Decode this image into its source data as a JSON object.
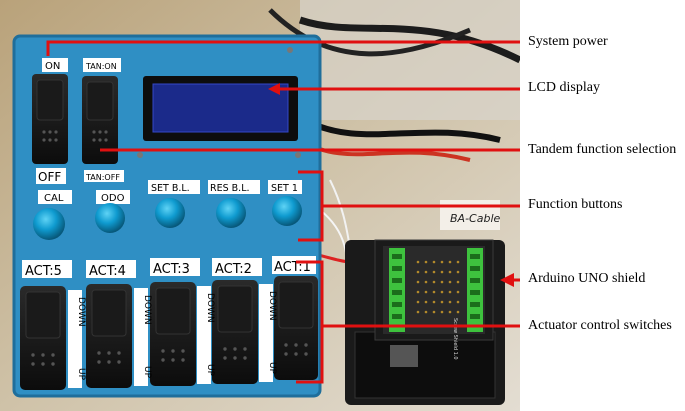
{
  "panel": {
    "top_labels": {
      "on": "ON",
      "tan_on": "TAN:ON",
      "off": "OFF",
      "tan_off": "TAN:OFF"
    },
    "buttons": [
      "CAL",
      "ODO",
      "SET B.L.",
      "RES B.L.",
      "SET 1"
    ],
    "actuators": [
      "ACT:5",
      "ACT:4",
      "ACT:3",
      "ACT:2",
      "ACT:1"
    ],
    "down_label": "DOWN",
    "up_label": "UP"
  },
  "shield": {
    "cable_note": "BA-Cable",
    "board_print": "Screw Shield 1.0"
  },
  "callouts": [
    {
      "id": "system-power",
      "text": "System power"
    },
    {
      "id": "lcd-display",
      "text": "LCD display"
    },
    {
      "id": "tandem",
      "text": "Tandem function selection"
    },
    {
      "id": "function-buttons",
      "text": "Function buttons"
    },
    {
      "id": "arduino",
      "text": "Arduino UNO shield"
    },
    {
      "id": "actuator-switches",
      "text": "Actuator control switches"
    }
  ],
  "colors": {
    "callout_line": "#e01010",
    "panel": "#2f8fc4",
    "button": "#0f9bd0"
  }
}
